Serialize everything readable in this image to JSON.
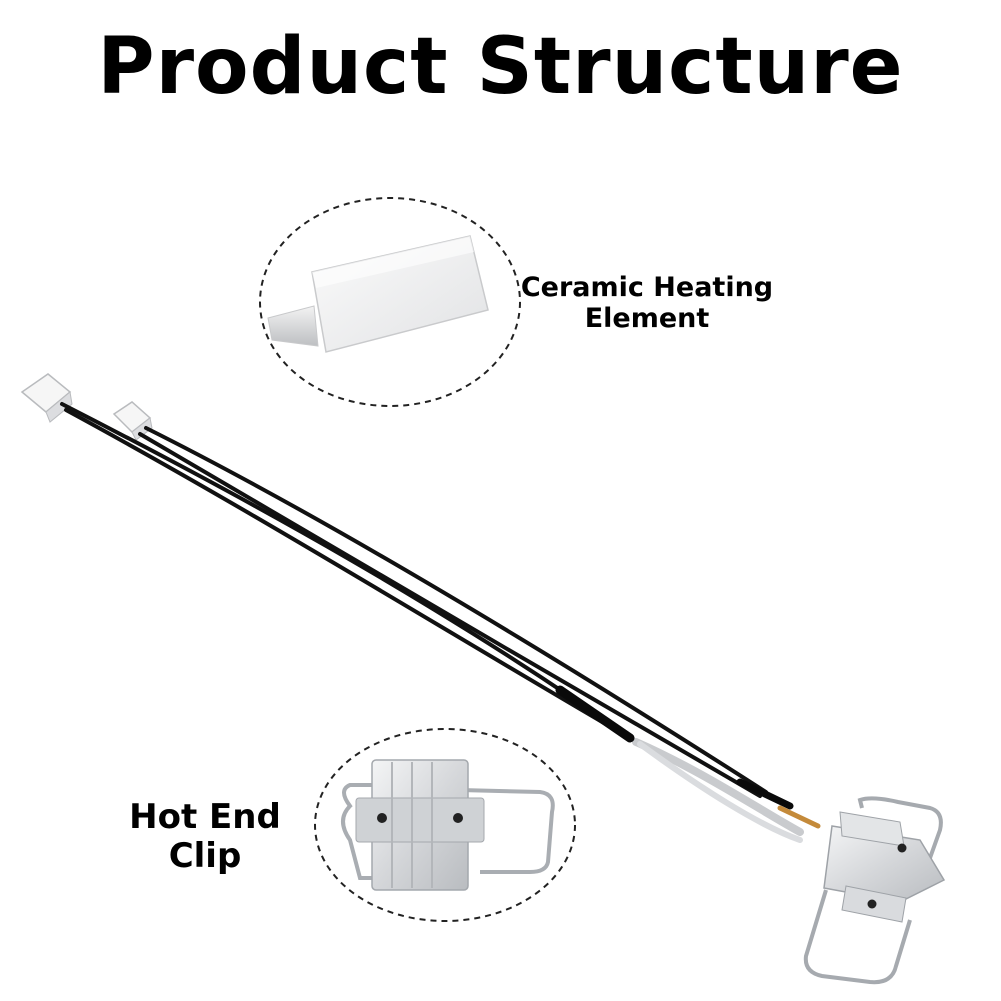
{
  "title": "Product Structure",
  "callouts": {
    "ceramic": {
      "line1": "Ceramic Heating",
      "line2": "Element"
    },
    "clip": {
      "line1": "Hot End",
      "line2": "Clip"
    }
  },
  "colors": {
    "text": "#000000",
    "background": "#ffffff",
    "wire": "#111111",
    "metal": "#d7d9dc",
    "dashed_circle": "#222222"
  }
}
